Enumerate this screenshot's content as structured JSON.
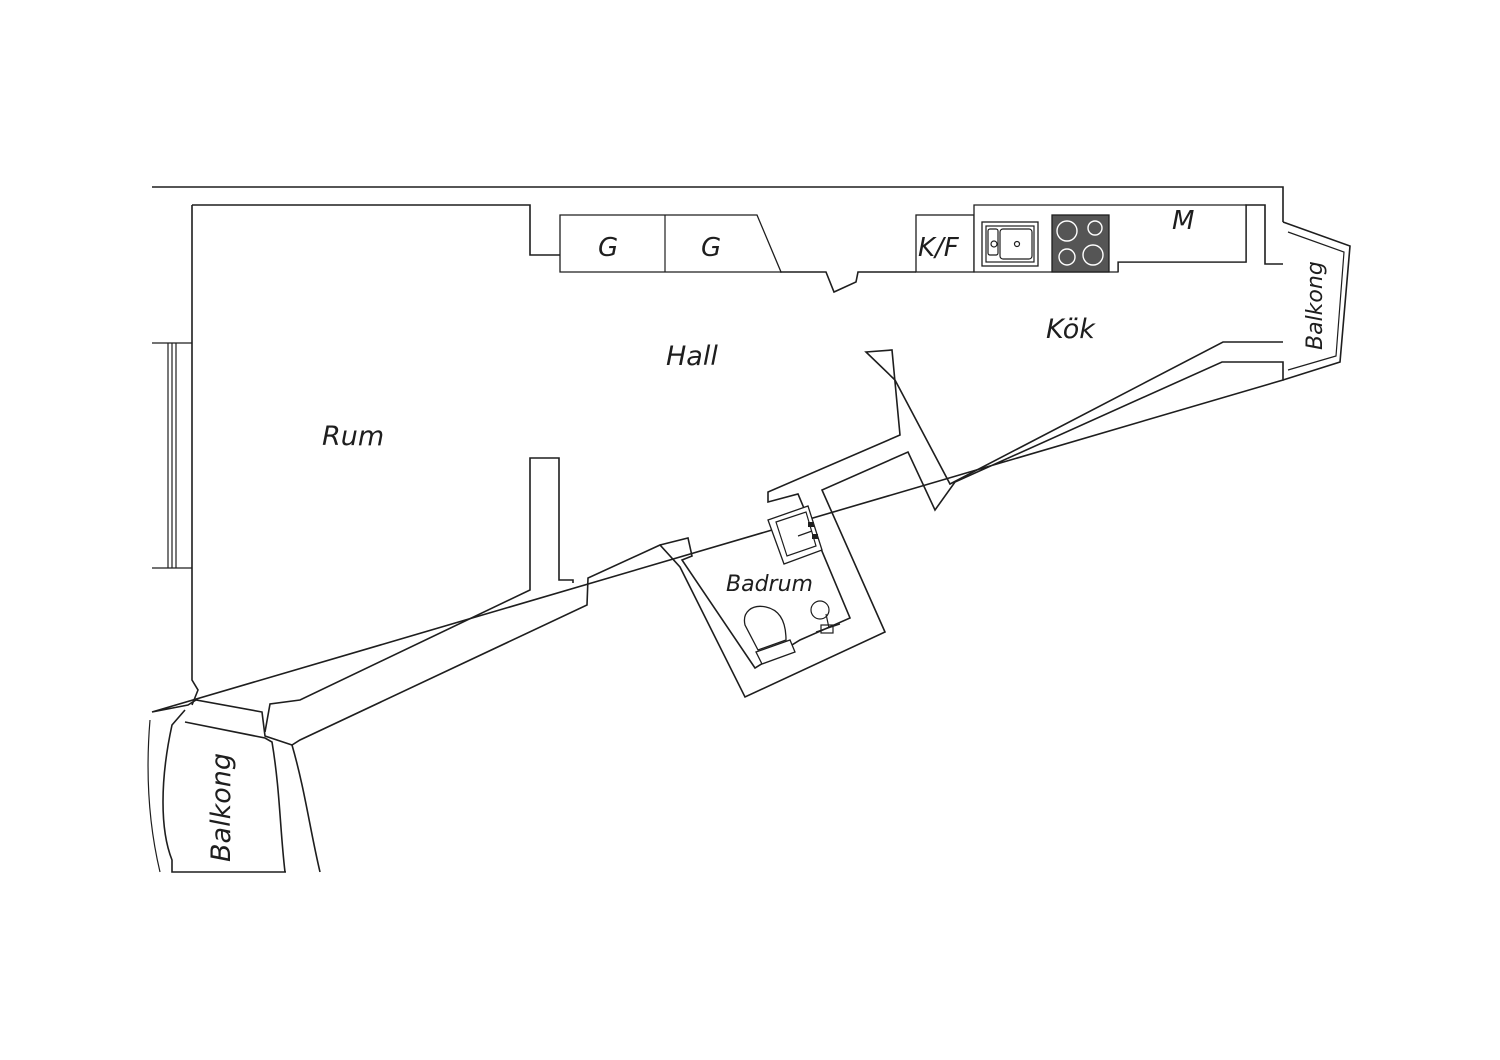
{
  "floorplan": {
    "rooms": {
      "rum": "Rum",
      "hall": "Hall",
      "kok": "Kök",
      "badrum": "Badrum",
      "balkong_left": "Balkong",
      "balkong_right": "Balkong"
    },
    "fixtures": {
      "wardrobe_1": "G",
      "wardrobe_2": "G",
      "fridge_freezer": "K/F",
      "microwave": "M"
    },
    "icons": [
      "sink-icon",
      "stove-icon",
      "washbasin-icon",
      "toilet-icon",
      "shower-icon"
    ],
    "colors": {
      "line": "#1e1e1e",
      "background": "#ffffff",
      "stove": "#555555"
    }
  }
}
